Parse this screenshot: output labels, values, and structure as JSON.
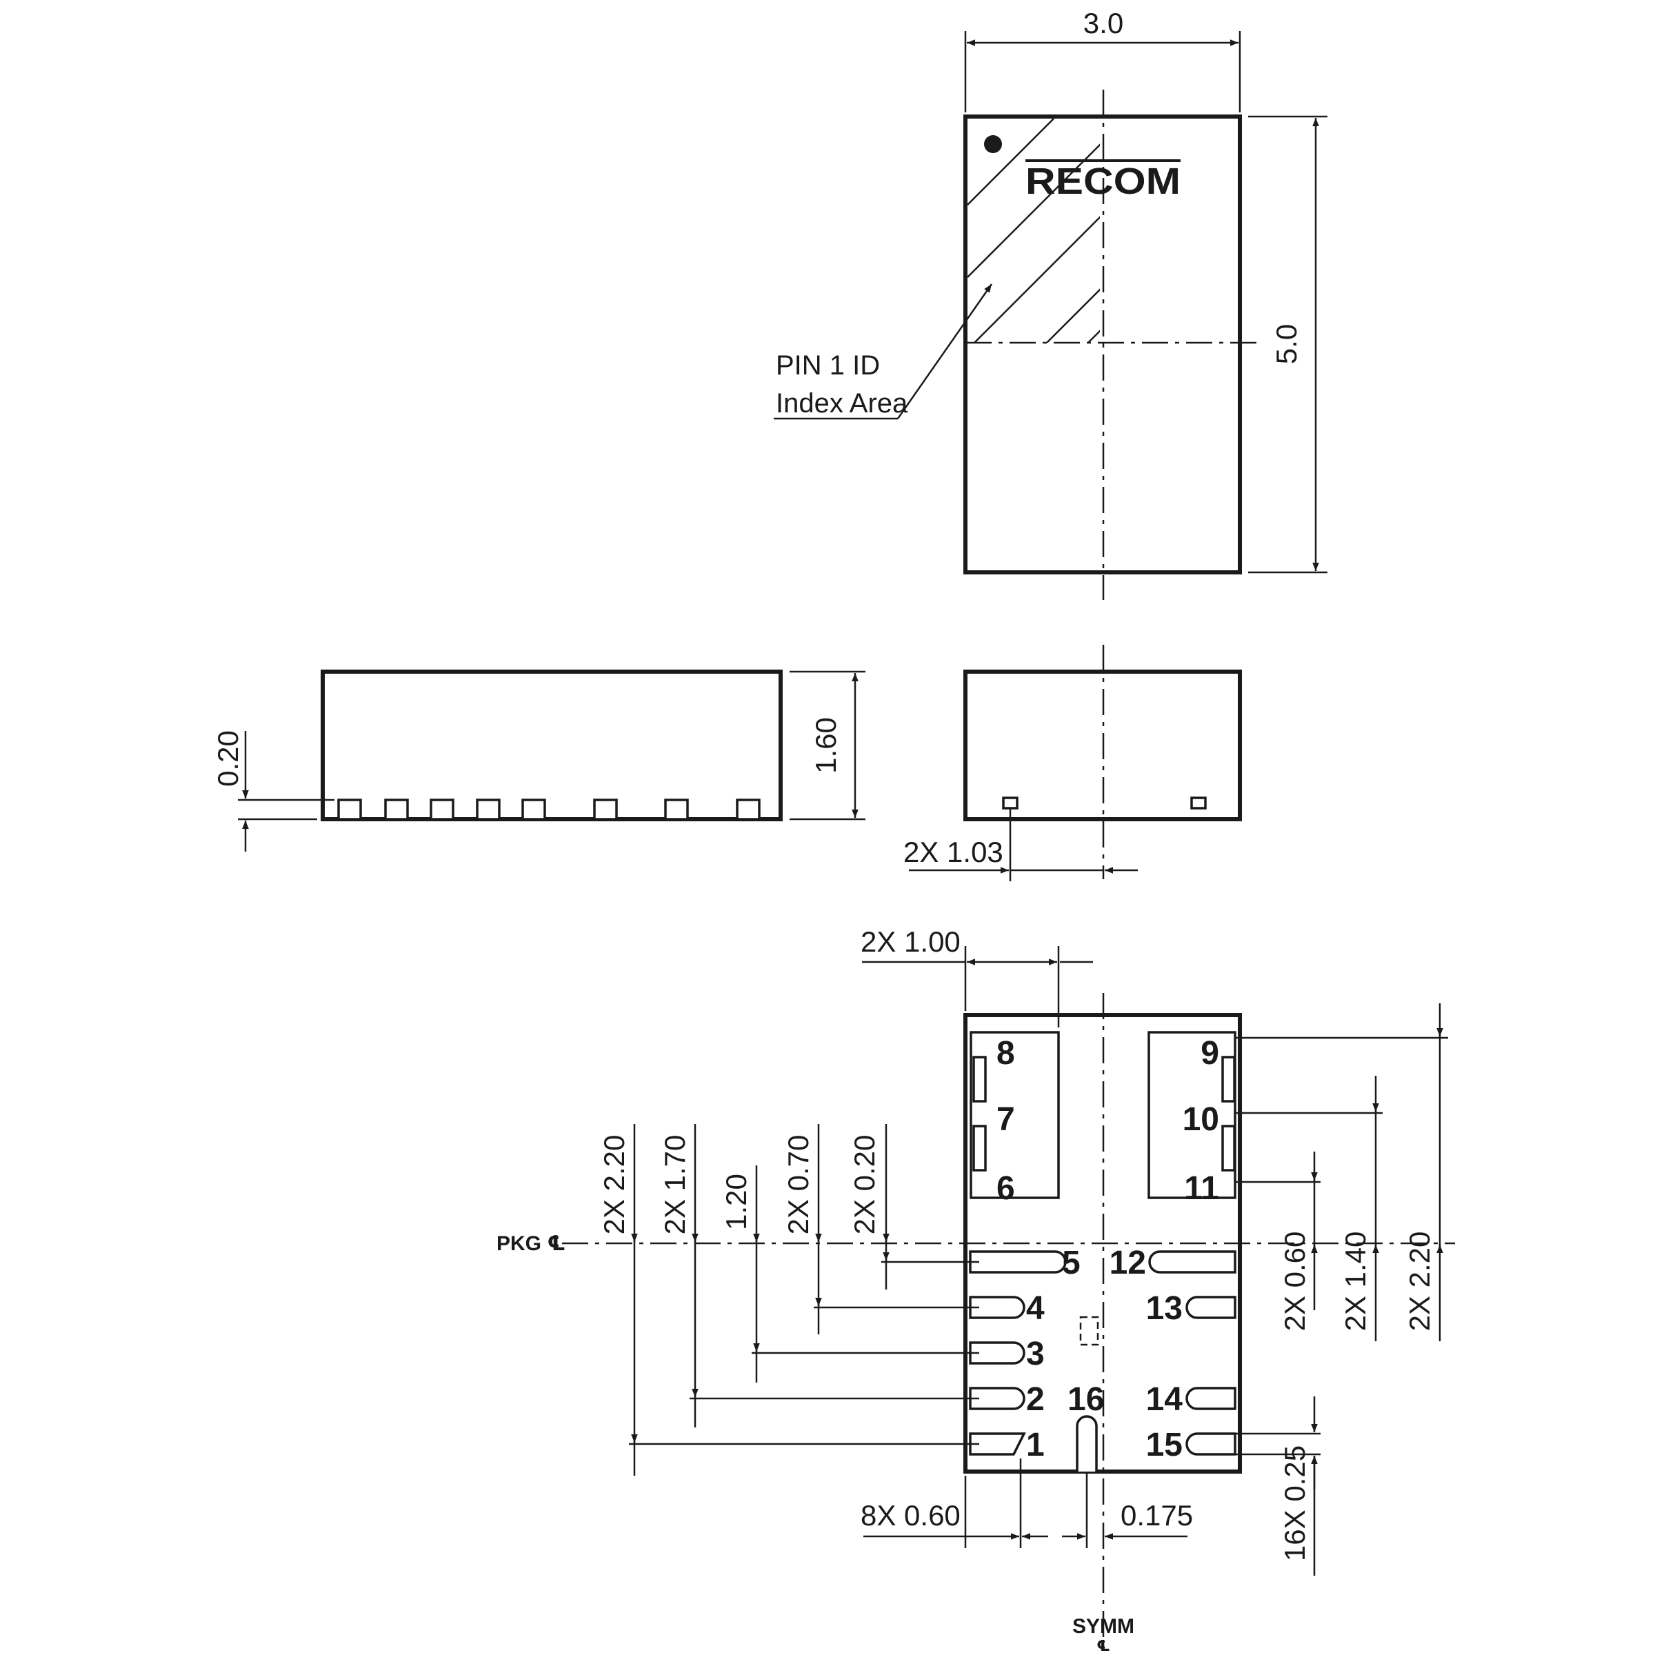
{
  "logo": {
    "text": "RECOM"
  },
  "top_view": {
    "width_label": "3.0",
    "height_label": "5.0",
    "pin1_label_line1": "PIN 1 ID",
    "pin1_label_line2": "Index Area"
  },
  "side_view": {
    "standoff_label": "0.20",
    "height_label": "1.60"
  },
  "end_view": {
    "pad_offset_label": "2X 1.03"
  },
  "bottom_view": {
    "pad_width_label": "2X 1.00",
    "left_dims": [
      "2X 2.20",
      "2X 1.70",
      "1.20",
      "2X 0.70",
      "2X 0.20"
    ],
    "right_dims": [
      "2X 0.60",
      "2X 1.40",
      "2X 2.20"
    ],
    "pkg_label": "PKG ℄",
    "symm_label": "SYMM",
    "symm_symbol": "℄",
    "bottom_left_label": "8X 0.60",
    "bottom_mid_label": "0.175",
    "bottom_right_label": "16X 0.25",
    "pins": {
      "p1": "1",
      "p2": "2",
      "p3": "3",
      "p4": "4",
      "p5": "5",
      "p6": "6",
      "p7": "7",
      "p8": "8",
      "p9": "9",
      "p10": "10",
      "p11": "11",
      "p12": "12",
      "p13": "13",
      "p14": "14",
      "p15": "15",
      "p16": "16"
    }
  }
}
